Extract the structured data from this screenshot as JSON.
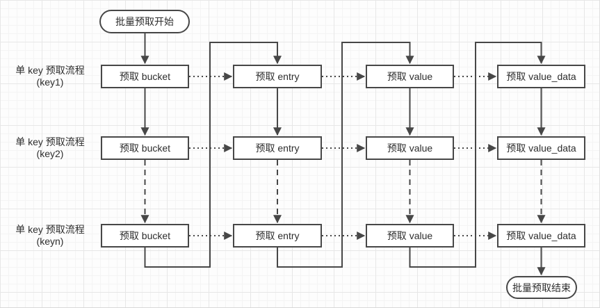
{
  "diagram": {
    "title_hint": "batch prefetch flowchart",
    "start": {
      "label": "批量预取开始"
    },
    "end": {
      "label": "批量预取结束"
    },
    "rows": [
      {
        "label": "单 key 预取流程",
        "key": "(key1)"
      },
      {
        "label": "单 key 预取流程",
        "key": "(key2)"
      },
      {
        "label": "单 key 预取流程",
        "key": "(keyn)"
      }
    ],
    "steps": [
      "预取 bucket",
      "预取 entry",
      "预取 value",
      "预取 value_data"
    ],
    "colors": {
      "stroke": "#474747",
      "text": "#2d2d2d",
      "node_fill": "#ffffff",
      "grid_minor": "#f4f4f4",
      "grid_major": "#e7e7e7"
    }
  }
}
